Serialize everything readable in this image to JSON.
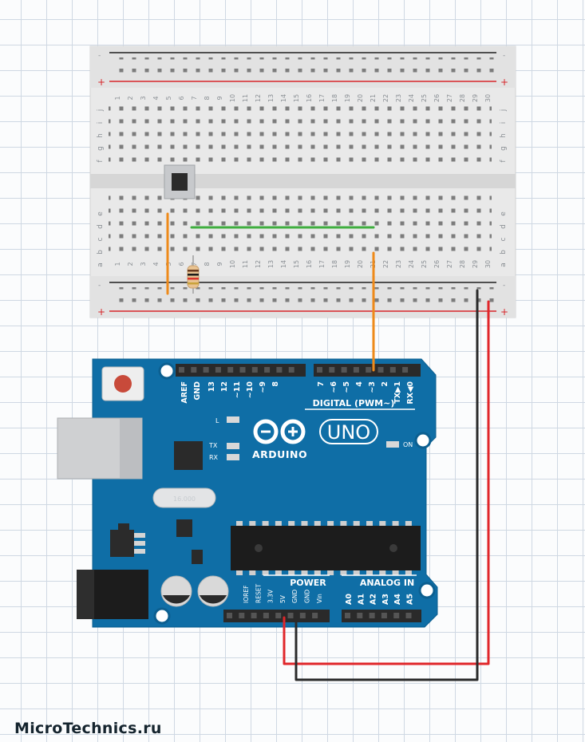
{
  "watermark": "MicroTechnics.ru",
  "breadboard": {
    "rail_minus": "-",
    "rail_plus": "+",
    "columns": [
      "1",
      "2",
      "3",
      "4",
      "5",
      "6",
      "7",
      "8",
      "9",
      "10",
      "11",
      "12",
      "13",
      "14",
      "15",
      "16",
      "17",
      "18",
      "19",
      "20",
      "21",
      "22",
      "23",
      "24",
      "25",
      "26",
      "27",
      "28",
      "29",
      "30"
    ],
    "rows_top": [
      "j",
      "i",
      "h",
      "g",
      "f"
    ],
    "rows_bottom": [
      "e",
      "d",
      "c",
      "b",
      "a"
    ]
  },
  "arduino": {
    "brand": "ARDUINO",
    "model": "UNO",
    "digital_header": "DIGITAL (PWM~)",
    "power_header": "POWER",
    "analog_header": "ANALOG IN",
    "led_l": "L",
    "led_tx": "TX",
    "led_rx": "RX",
    "led_on": "ON",
    "crystal": "16.000",
    "digital_pins": [
      "AREF",
      "GND",
      "13",
      "12",
      "~11",
      "~10",
      "~9",
      "8",
      "7",
      "~6",
      "~5",
      "4",
      "~3",
      "2",
      "TX▶1",
      "RX◀0"
    ],
    "power_pins": [
      "IOREF",
      "RESET",
      "3.3V",
      "5V",
      "GND",
      "GND",
      "Vin"
    ],
    "analog_pins": [
      "A0",
      "A1",
      "A2",
      "A3",
      "A4",
      "A5"
    ]
  },
  "colors": {
    "board_blue": "#0f6ea6",
    "wire_orange": "#ee8a1a",
    "wire_green": "#3fae3f",
    "wire_red": "#e0262a",
    "wire_black": "#2a2a2a"
  }
}
